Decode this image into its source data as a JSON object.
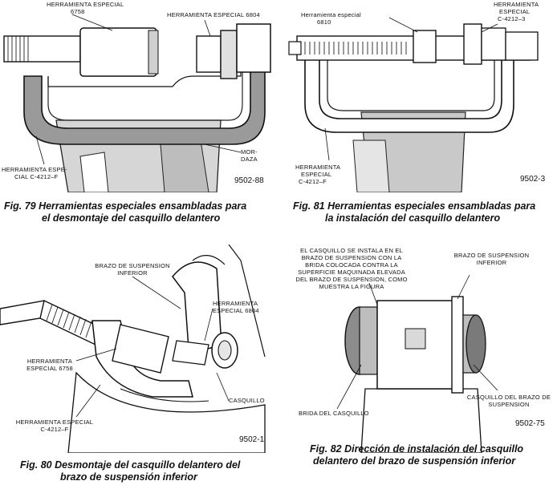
{
  "fig79": {
    "label_6758_l1": "HERRAMIENTA ESPECIAL",
    "label_6758_l2": "6758",
    "label_6804": "HERRAMIENTA ESPECIAL 6804",
    "label_c4212_l1": "HERRAMIENTA ESPE-",
    "label_c4212_l2": "CIAL C-4212–F",
    "label_vise_l1": "MOR-",
    "label_vise_l2": "DAZA",
    "code": "9502-88",
    "caption_l1": "Fig. 79 Herramientas especiales ensambladas para",
    "caption_l2": "el desmontaje del casquillo delantero"
  },
  "fig81": {
    "label_6810_l1": "Herramienta especial",
    "label_6810_l2": "6810",
    "label_c42123_l1": "HERRAMIENTA",
    "label_c42123_l2": "ESPECIAL",
    "label_c42123_l3": "C-4212–3",
    "label_c4212_l1": "HERRAMIENTA",
    "label_c4212_l2": "ESPECIAL",
    "label_c4212_l3": "C-4212–F",
    "code": "9502-3",
    "caption_l1": "Fig. 81 Herramientas especiales ensambladas para",
    "caption_l2": "la instalación del casquillo delantero"
  },
  "fig80": {
    "label_arm_l1": "BRAZO DE SUSPENSION",
    "label_arm_l2": "INFERIOR",
    "label_6804_l1": "HERRAMIENTA",
    "label_6804_l2": "ESPECIAL 6804",
    "label_6758_l1": "HERRAMIENTA",
    "label_6758_l2": "ESPECIAL 6758",
    "label_bushing": "CASQUILLO",
    "label_c4212_l1": "HERRAMIENTA ESPECIAL",
    "label_c4212_l2": "C-4212–F",
    "code": "9502-1",
    "caption_l1": "Fig. 80 Desmontaje del casquillo delantero del",
    "caption_l2": "brazo de suspensión inferior"
  },
  "fig82": {
    "note_l1": "EL CASQUILLO SE INSTALA EN EL",
    "note_l2": "BRAZO DE SUSPENSION CON LA",
    "note_l3": "BRIDA COLOCADA CONTRA LA",
    "note_l4": "SUPERFICIE MAQUINADA ELEVADA",
    "note_l5": "DEL BRAZO DE SUSPENSION, COMO",
    "note_l6": "MUESTRA LA FIGURA",
    "label_arm_l1": "BRAZO DE SUSPENSION",
    "label_arm_l2": "INFERIOR",
    "label_flange": "BRIDA DEL CASQUILLO",
    "label_bushing_l1": "CASQUILLO DEL BRAZO DE",
    "label_bushing_l2": "SUSPENSION",
    "code": "9502-75",
    "caption_l1": "Fig. 82 Dirección de instalación del casquillo",
    "caption_l2": "delantero del brazo de suspensión inferior"
  }
}
